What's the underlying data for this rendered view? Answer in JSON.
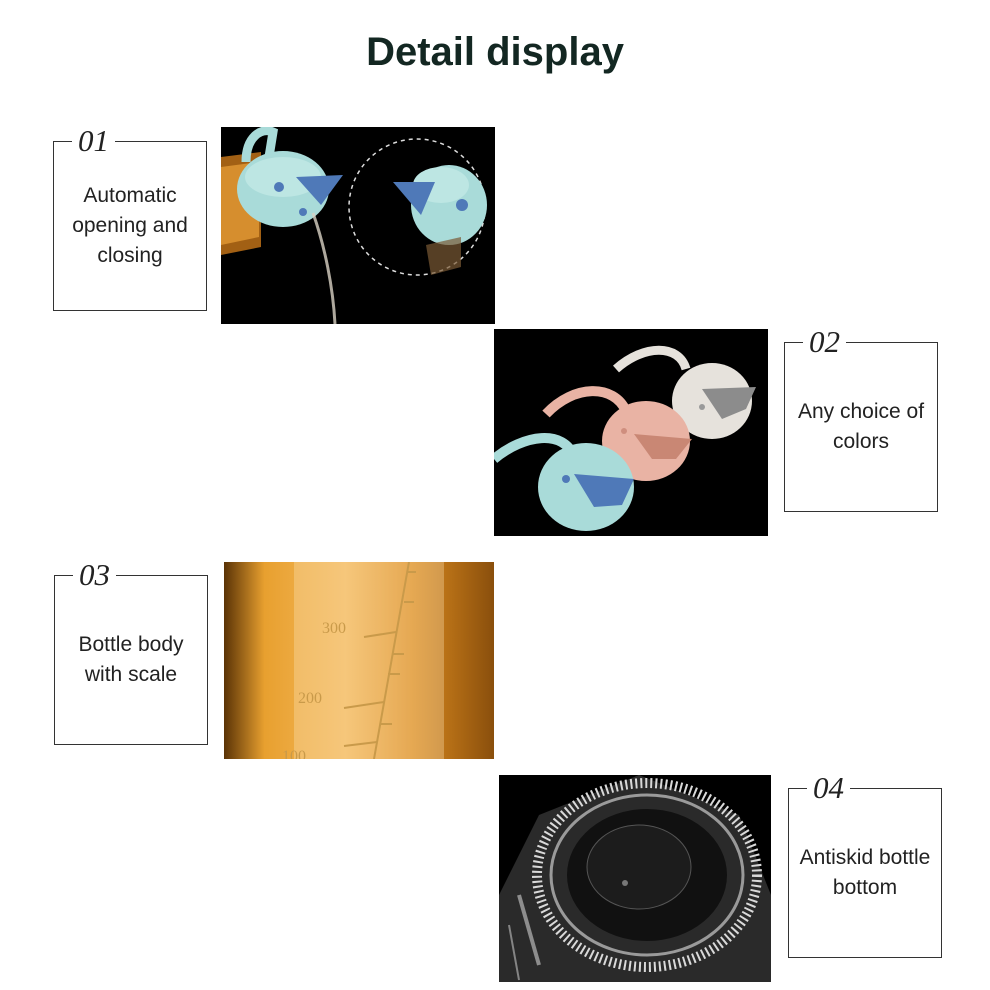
{
  "page": {
    "title": "Detail display"
  },
  "details": [
    {
      "number": "01",
      "label": "Automatic opening and closing"
    },
    {
      "number": "02",
      "label": "Any choice of colors"
    },
    {
      "number": "03",
      "label": "Bottle body with scale"
    },
    {
      "number": "04",
      "label": "Antiskid bottle bottom"
    }
  ],
  "scale_marks": [
    "300",
    "200",
    "100"
  ],
  "colors": {
    "teal_cap": "#a9dbd9",
    "blue_spout": "#4f79b8",
    "pink_cap": "#e9b3a4",
    "grey_cap": "#e6e2dc",
    "oil_amber": "#e8a02f"
  }
}
